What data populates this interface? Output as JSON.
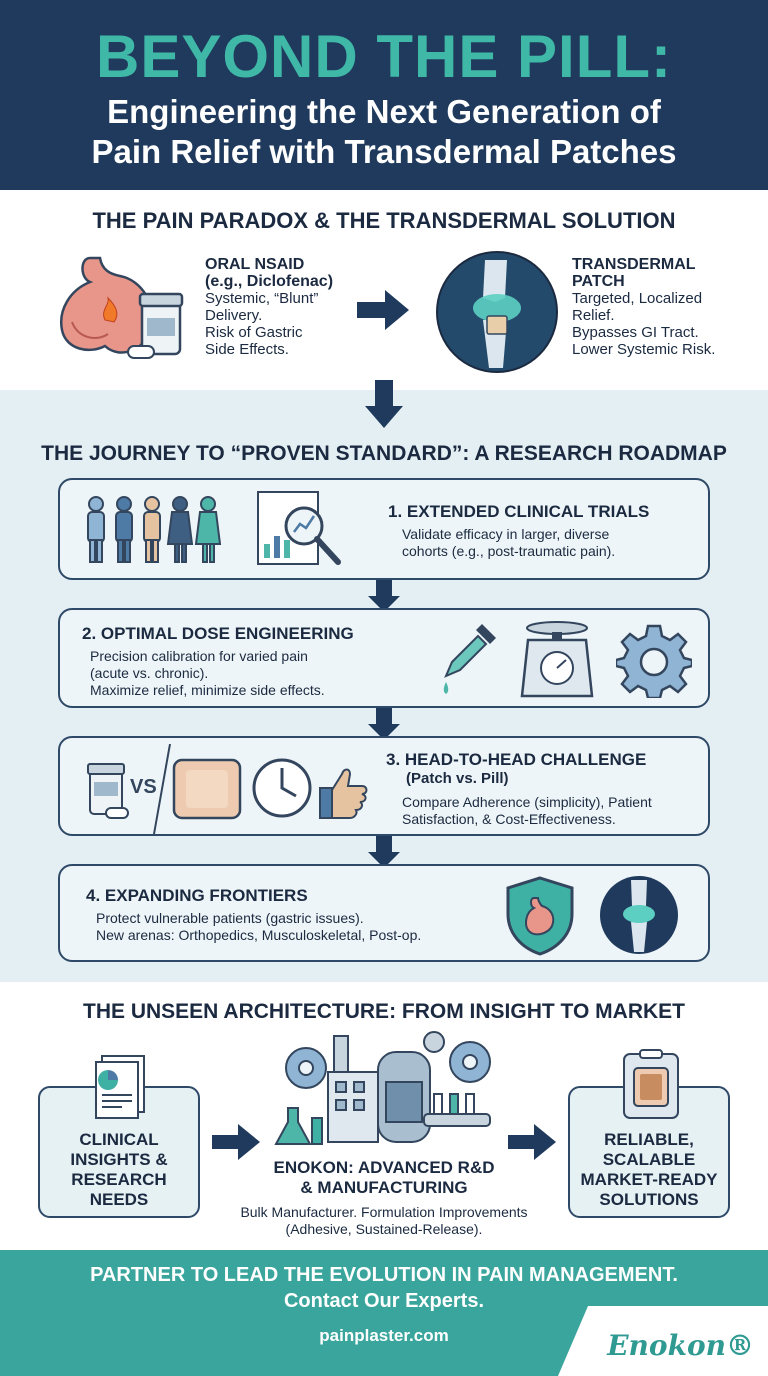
{
  "header": {
    "title": "BEYOND THE PILL:",
    "subtitle_line1": "Engineering the Next Generation of",
    "subtitle_line2": "Pain Relief with Transdermal Patches"
  },
  "paradox": {
    "title": "THE PAIN PARADOX & THE TRANSDERMAL SOLUTION",
    "oral": {
      "heading_line1": "ORAL NSAID",
      "heading_line2": "(e.g., Diclofenac)",
      "lines": [
        "Systemic, “Blunt”",
        "Delivery.",
        "Risk of Gastric",
        "Side Effects."
      ]
    },
    "patch": {
      "heading_line1": "TRANSDERMAL",
      "heading_line2": "PATCH",
      "lines": [
        "Targeted, Localized",
        "Relief.",
        "Bypasses GI Tract.",
        "Lower Systemic Risk."
      ]
    }
  },
  "roadmap": {
    "title": "THE JOURNEY TO “PROVEN STANDARD”: A RESEARCH ROADMAP",
    "steps": [
      {
        "title": "1. EXTENDED CLINICAL TRIALS",
        "desc1": "Validate efficacy in larger, diverse",
        "desc2": "cohorts (e.g., post-traumatic pain)."
      },
      {
        "title": "2. OPTIMAL DOSE ENGINEERING",
        "desc1": "Precision calibration for varied pain",
        "desc2": "(acute vs. chronic).",
        "desc3": "Maximize relief, minimize side effects."
      },
      {
        "title": "3. HEAD-TO-HEAD CHALLENGE",
        "subtitle": "(Patch vs. Pill)",
        "desc1": "Compare Adherence (simplicity), Patient",
        "desc2": "Satisfaction, & Cost-Effectiveness.",
        "vs": "VS"
      },
      {
        "title": "4. EXPANDING FRONTIERS",
        "desc1": "Protect vulnerable patients (gastric issues).",
        "desc2": "New arenas: Orthopedics, Musculoskeletal, Post-op."
      }
    ]
  },
  "architecture": {
    "title": "THE UNSEEN ARCHITECTURE: FROM INSIGHT TO MARKET",
    "left_box": [
      "CLINICAL",
      "INSIGHTS &",
      "RESEARCH",
      "NEEDS"
    ],
    "center_title_line1": "ENOKON: ADVANCED R&D",
    "center_title_line2": "& MANUFACTURING",
    "center_desc_line1": "Bulk Manufacturer. Formulation Improvements",
    "center_desc_line2": "(Adhesive, Sustained-Release).",
    "right_box": [
      "RELIABLE,",
      "SCALABLE",
      "MARKET-READY",
      "SOLUTIONS"
    ]
  },
  "footer": {
    "line1": "PARTNER TO LEAD THE EVOLUTION IN PAIN MANAGEMENT.",
    "line2": "Contact Our Experts.",
    "url": "painplaster.com",
    "logo": "Enokon®"
  },
  "colors": {
    "navy": "#1f3a5c",
    "teal": "#3fb8a8",
    "footer_teal": "#3aa59c",
    "pale_blue": "#e4eff3"
  }
}
